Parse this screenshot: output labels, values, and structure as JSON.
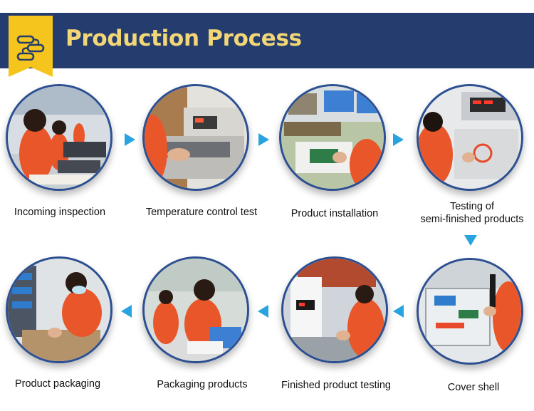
{
  "header": {
    "title": "Production Process",
    "icon": "process-flow-icon",
    "background": "#243d6e",
    "title_color": "#f3d777",
    "badge_color": "#f5c51e"
  },
  "steps": [
    {
      "label": "Incoming inspection"
    },
    {
      "label": "Temperature control test"
    },
    {
      "label": "Product installation"
    },
    {
      "label": "Testing of",
      "label2": "semi-finished products"
    },
    {
      "label": "Cover shell"
    },
    {
      "label": "Finished product testing"
    },
    {
      "label": "Packaging products"
    },
    {
      "label": "Product packaging"
    }
  ],
  "arrow_color": "#29a3e0",
  "arrow_icon": "triangle-arrow-icon"
}
